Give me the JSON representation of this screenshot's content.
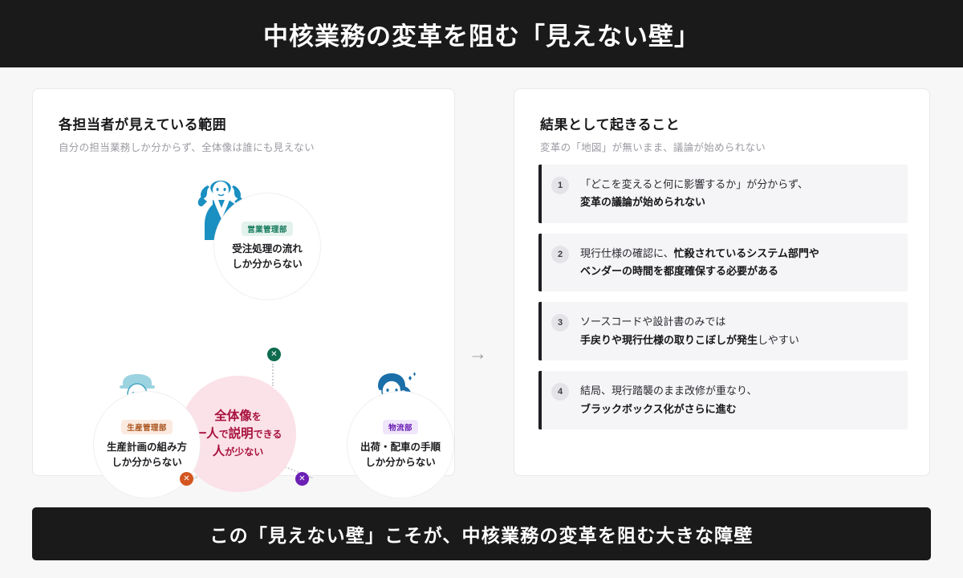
{
  "header": {
    "title": "中核業務の変革を阻む「見えない壁」"
  },
  "left_panel": {
    "title": "各担当者が見えている範囲",
    "subtitle": "自分の担当業務しか分からず、全体像は誰にも見えない",
    "center": {
      "line1_big": "全体像",
      "line1_small": "を",
      "line2_big1": "一人",
      "line2_small1": "で",
      "line2_big2": "説明",
      "line2_small2": "できる",
      "line3_big": "人",
      "line3_small": "が少ない"
    },
    "nodes": [
      {
        "dept": "営業管理部",
        "dept_bg": "#e3f2ec",
        "dept_color": "#11775a",
        "badge_color": "#0e6b4e",
        "line1": "受注処理の流れ",
        "line2": "しか分からない"
      },
      {
        "dept": "生産管理部",
        "dept_bg": "#fbeadf",
        "dept_color": "#a9551f",
        "badge_color": "#d4551f",
        "line1": "生産計画の組み方",
        "line2": "しか分からない"
      },
      {
        "dept": "物流部",
        "dept_bg": "#f0e6fb",
        "dept_color": "#6b1fb5",
        "badge_color": "#6b1fb5",
        "line1": "出荷・配車の手順",
        "line2": "しか分からない"
      }
    ],
    "x_mark": "✕"
  },
  "mid_arrow": "→",
  "right_panel": {
    "title": "結果として起きること",
    "subtitle": "変革の「地図」が無いまま、議論が始められない",
    "items": [
      {
        "num": "1",
        "l1_normal": "「どこを変えると何に影響するか」が分からず、",
        "l1_bold": "",
        "l2_bold": "変革の議論が始められない",
        "l2_normal": ""
      },
      {
        "num": "2",
        "l1_normal": "現行仕様の確認に、",
        "l1_bold": "忙殺されているシステム部門や",
        "l2_bold": "ベンダーの時間を都度確保する必要がある",
        "l2_normal": ""
      },
      {
        "num": "3",
        "l1_normal": "ソースコードや設計書のみでは",
        "l1_bold": "",
        "l2_bold": "手戻りや現行仕様の取りこぼしが発生",
        "l2_normal": "しやすい"
      },
      {
        "num": "4",
        "l1_normal": "結局、現行踏襲のまま改修が重なり、",
        "l1_bold": "",
        "l2_bold": "ブラックボックス化がさらに進む",
        "l2_normal": ""
      }
    ]
  },
  "footer": {
    "text": "この「見えない壁」こそが、中核業務の変革を阻む大きな障壁"
  },
  "colors": {
    "header_bg": "#1a1a1a",
    "page_bg": "#f7f7f7",
    "center_pink": "#fbe1e8",
    "center_text": "#a8123e",
    "accent_bar": "#1f1f23"
  }
}
